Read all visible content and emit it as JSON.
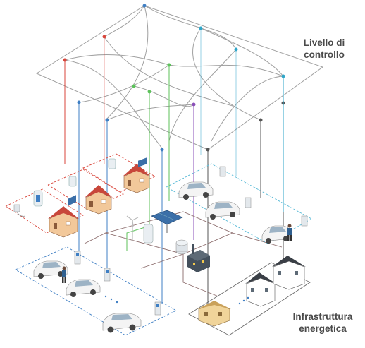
{
  "labels": {
    "control_level_line1": "Livello di",
    "control_level_line2": "controllo",
    "energy_infra_line1": "Infrastruttura",
    "energy_infra_line2": "energetica"
  },
  "colors": {
    "grid": "#9a9a9a",
    "node_red": "#d9463b",
    "node_blue": "#3f7fc4",
    "node_teal": "#2fa6c9",
    "node_green": "#5cc25a",
    "node_purple": "#8a4fb8",
    "node_dark": "#555555",
    "zone_red": "#d9463b",
    "zone_blue": "#3f7fc4",
    "zone_teal": "#56b9d6",
    "zone_dark": "#6b6b6b",
    "house_roof": "#c8473b",
    "house_wall": "#f2c89a",
    "car_body": "#f4f4f4",
    "solar_panel": "#3b6fa8"
  },
  "icons": [
    "house-icon",
    "car-icon",
    "charger-icon",
    "solar-panel-icon",
    "battery-icon",
    "wind-turbine-icon",
    "transformer-icon",
    "building-icon",
    "factory-icon"
  ]
}
